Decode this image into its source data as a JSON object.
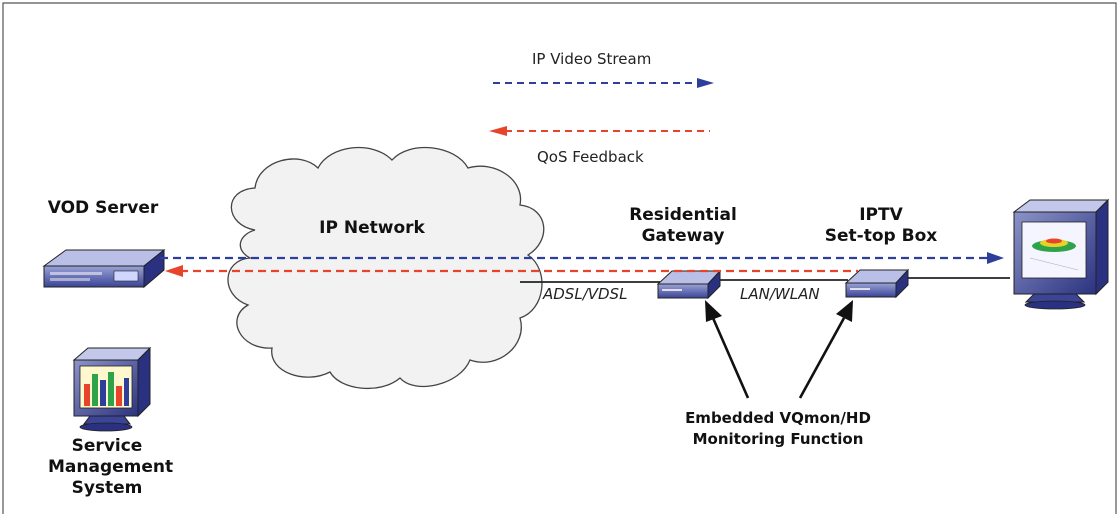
{
  "legend": {
    "stream_label": "IP Video Stream",
    "feedback_label": "QoS Feedback",
    "stream_color": "#2d3f9a",
    "feedback_color": "#e8442b"
  },
  "nodes": {
    "vod_server": {
      "label": "VOD Server",
      "icon": "server-icon"
    },
    "ip_network": {
      "label": "IP Network",
      "icon": "cloud-icon"
    },
    "residential_gateway": {
      "line1": "Residential",
      "line2": "Gateway",
      "icon": "gateway-device-icon"
    },
    "set_top_box": {
      "line1": "IPTV",
      "line2": "Set-top Box",
      "icon": "set-top-box-icon"
    },
    "tv": {
      "icon": "tv-monitor-icon"
    },
    "sms": {
      "line1": "Service",
      "line2": "Management",
      "line3": "System",
      "icon": "chart-monitor-icon"
    }
  },
  "links": {
    "access": "ADSL/VDSL",
    "home": "LAN/WLAN"
  },
  "callout": {
    "line1": "Embedded VQmon/HD",
    "line2": "Monitoring Function"
  }
}
